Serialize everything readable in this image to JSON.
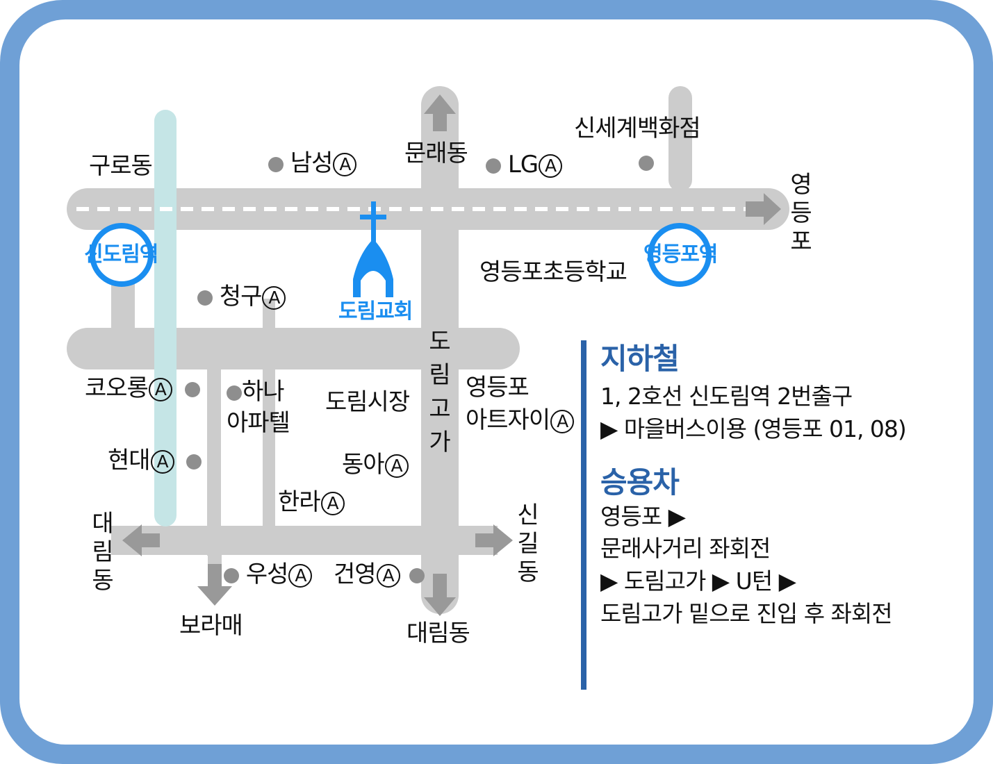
{
  "places": {
    "guro": "구로동",
    "namsung": "남성",
    "munrae_top": "문래동",
    "lg": "LG",
    "shinsegae": "신세계백화점",
    "yeongdeungpo_right": "영등포",
    "sindorim_station": "신도림역",
    "yeongdeungpo_station": "영등포역",
    "yeongdeungpo_school": "영등포초등학교",
    "chunggu": "청구",
    "church": "도림교회",
    "dorim_overpass": "도림고가",
    "kolon": "코오롱",
    "hana": "하나",
    "hana2": "아파텔",
    "dorim_market": "도림시장",
    "artzai1": "영등포",
    "artzai2": "아트자이",
    "hyundai": "현대",
    "donga": "동아",
    "hanra": "한라",
    "daerim_left": "대림동",
    "singil": "신길동",
    "woosung": "우성",
    "gunyoung": "건영",
    "boramae": "보라매",
    "daerim_bottom": "대림동",
    "apt_mark": "A"
  },
  "info": {
    "subway_title": "지하철",
    "subway_line1": "1, 2호선 신도림역 2번출구",
    "subway_line2": "▶ 마을버스이용 (영등포 01, 08)",
    "car_title": "승용차",
    "car_line1": "영등포 ▶",
    "car_line2": "문래사거리 좌회전",
    "car_line3": "▶ 도림고가 ▶ U턴 ▶",
    "car_line4": "도림고가 밑으로 진입 후 좌회전"
  },
  "colors": {
    "frame": "#6fa0d6",
    "road": "#cccccc",
    "arrow": "#999999",
    "rail": "#c5e5e6",
    "station_blue": "#1a8ef0",
    "heading_blue": "#2a62a8",
    "marker": "#8e8e8e"
  }
}
